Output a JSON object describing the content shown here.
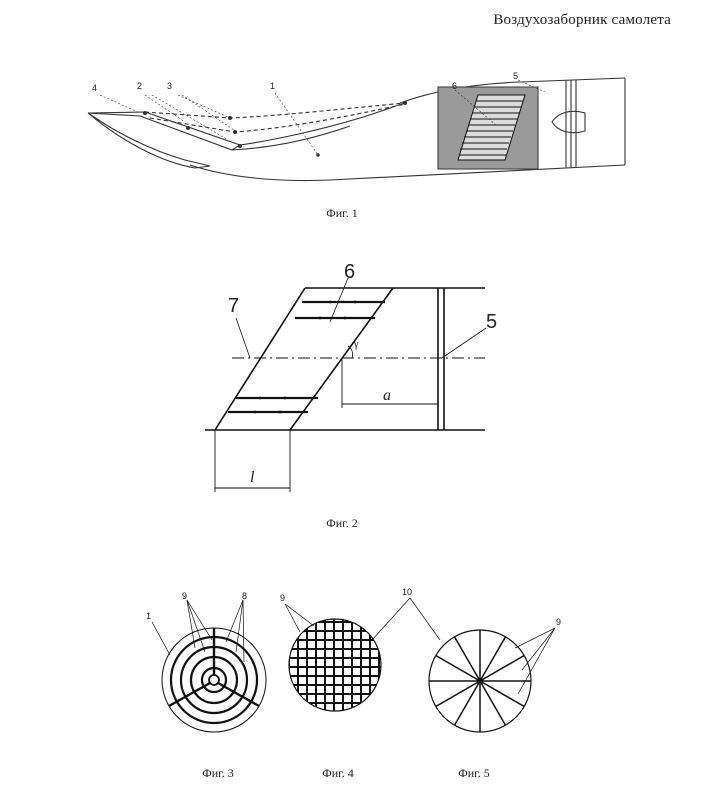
{
  "title": "Воздухозаборник самолета",
  "figures": {
    "fig1": {
      "caption": "Фиг. 1",
      "labels": [
        "1",
        "2",
        "3",
        "4",
        "5",
        "6"
      ]
    },
    "fig2": {
      "caption": "Фиг. 2",
      "labels": {
        "n5": "5",
        "n6": "6",
        "n7": "7",
        "gamma": "γ",
        "a": "a",
        "l": "l"
      }
    },
    "fig3": {
      "caption": "Фиг. 3",
      "labels": {
        "n1": "1",
        "n9": "9",
        "n8": "8"
      }
    },
    "fig4": {
      "caption": "Фиг. 4",
      "labels": {
        "n9": "9",
        "n10": "10"
      }
    },
    "fig5": {
      "caption": "Фиг. 5",
      "labels": {
        "n9": "9"
      }
    }
  }
}
